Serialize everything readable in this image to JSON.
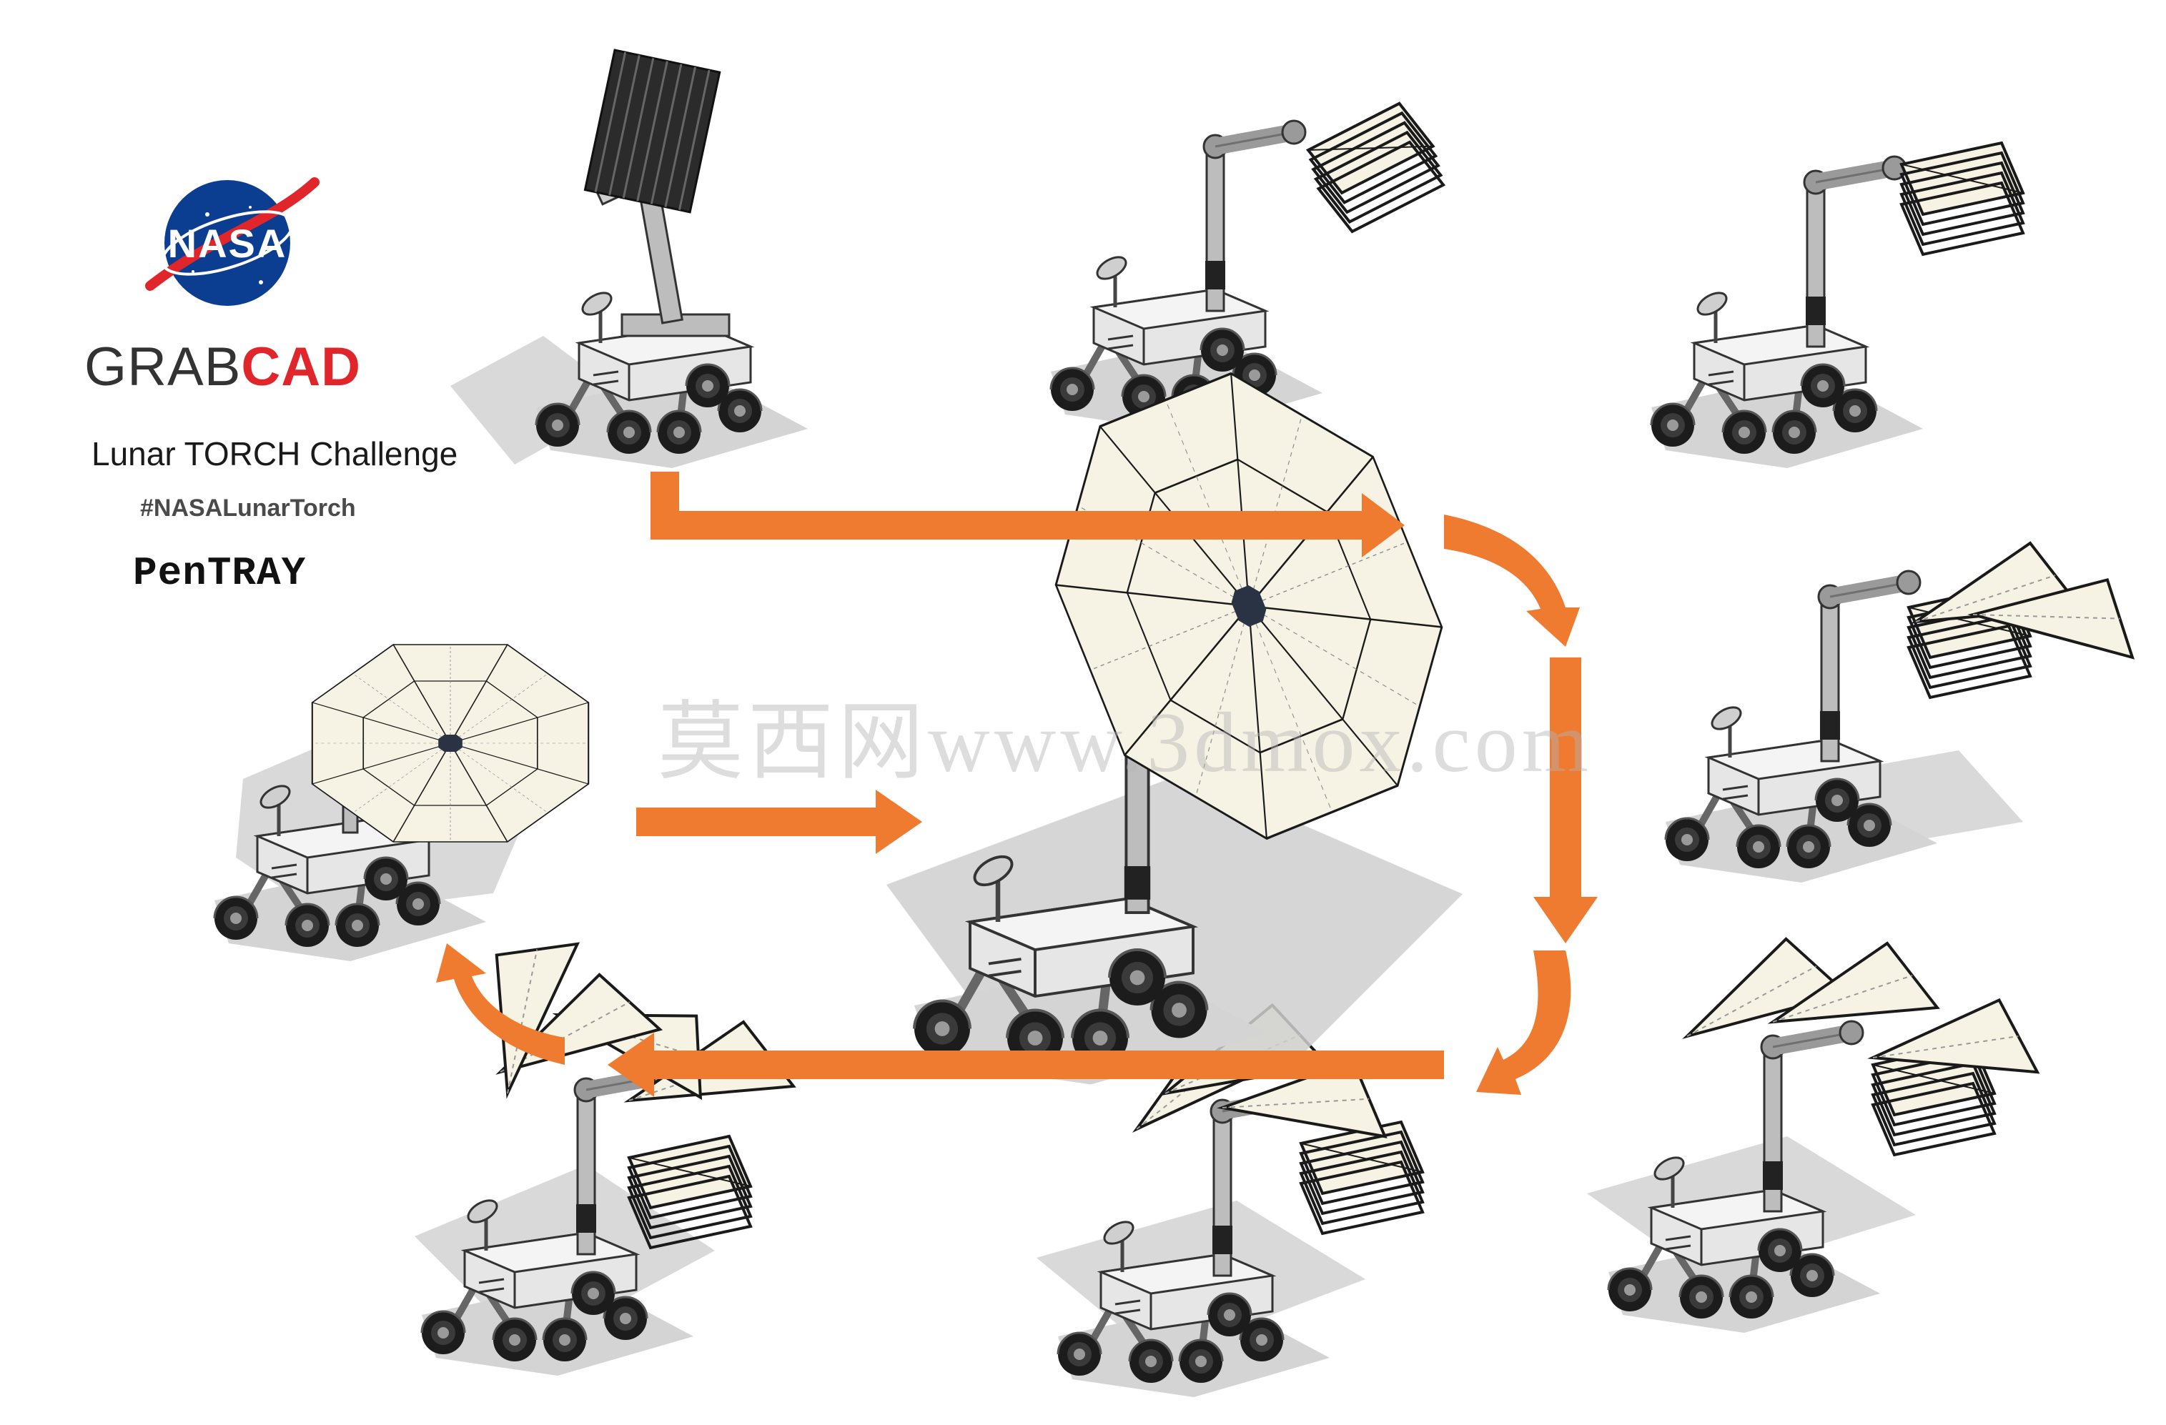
{
  "branding": {
    "nasa_logo_text": "NASA",
    "grabcad_prefix": "GRAB",
    "grabcad_suffix": "CAD",
    "challenge_title": "Lunar TORCH Challenge",
    "hashtag": "#NASALunarTorch",
    "project_name": "PenTRAY"
  },
  "watermark": "莫西网www.3dmox.com",
  "colors": {
    "arrow": "#ee7b30",
    "grabcad_red": "#e0262b",
    "nasa_blue": "#0b3d91",
    "panel_fill": "#f6f3e4",
    "panel_stroke": "#1a1a1a",
    "rover_body": "#d9d9d9",
    "wheel": "#1c1c1c",
    "shadow": "#cfcfcf"
  },
  "stages": [
    {
      "id": 1,
      "state": "stowed"
    },
    {
      "id": 2,
      "state": "arm-raised"
    },
    {
      "id": 3,
      "state": "arm-extended"
    },
    {
      "id": 4,
      "state": "first-panel-open"
    },
    {
      "id": 5,
      "state": "two-panels-open"
    },
    {
      "id": 6,
      "state": "three-panels-open"
    },
    {
      "id": 7,
      "state": "most-panels-open"
    },
    {
      "id": 8,
      "state": "fully-deployed-horizontal"
    },
    {
      "id": 9,
      "state": "fully-deployed-tilted"
    }
  ]
}
